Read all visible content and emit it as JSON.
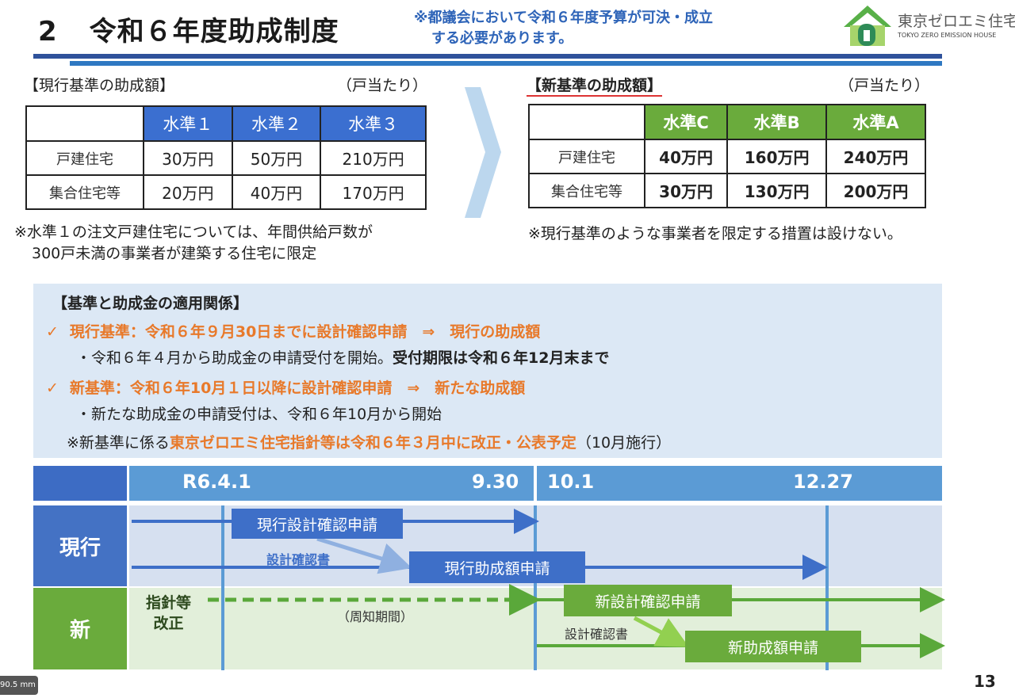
{
  "header": {
    "number": "2",
    "title": "令和６年度助成制度",
    "note_line1": "※都議会において令和６年度予算が可決・成立",
    "note_line2": "する必要があります。",
    "logo_ja": "東京ゼロエミ住宅",
    "logo_en": "TOKYO ZERO EMISSION HOUSE"
  },
  "current": {
    "heading": "【現行基準の助成額】",
    "unit": "（戸当たり）",
    "columns": [
      "水準１",
      "水準２",
      "水準３"
    ],
    "rows": [
      {
        "label": "戸建住宅",
        "values": [
          "30万円",
          "50万円",
          "210万円"
        ]
      },
      {
        "label": "集合住宅等",
        "values": [
          "20万円",
          "40万円",
          "170万円"
        ]
      }
    ],
    "note_line1": "※水準１の注文戸建住宅については、年間供給戸数が",
    "note_line2": "300戸未満の事業者が建築する住宅に限定"
  },
  "new": {
    "heading": "【新基準の助成額】",
    "unit": "（戸当たり）",
    "columns": [
      "水準C",
      "水準B",
      "水準A"
    ],
    "rows": [
      {
        "label": "戸建住宅",
        "values": [
          "40万円",
          "160万円",
          "240万円"
        ]
      },
      {
        "label": "集合住宅等",
        "values": [
          "30万円",
          "130万円",
          "200万円"
        ]
      }
    ],
    "note": "※現行基準のような事業者を限定する措置は設けない。"
  },
  "relation": {
    "heading": "【基準と助成金の適用関係】",
    "check": "✓",
    "item1": "現行基準：令和６年９月30日までに設計確認申請　⇒　現行の助成額",
    "item1_sub_a": "・令和６年４月から助成金の申請受付を開始。",
    "item1_sub_b": "受付期限は令和６年12月末まで",
    "item2": "新基準：令和６年10月１日以降に設計確認申請　⇒　新たな助成額",
    "item2_sub": "・新たな助成金の申請受付は、令和６年10月から開始",
    "note_a": "※新基準に係る",
    "note_b": "東京ゼロエミ住宅指針等は令和６年３月中に改正・公表予定",
    "note_c": "（10月施行）"
  },
  "timeline": {
    "dates": [
      "R6.4.1",
      "9.30",
      "10.1",
      "12.27"
    ],
    "row_current": "現行",
    "row_new": "新",
    "current_design": "現行設計確認申請",
    "design_doc": "設計確認書",
    "current_subsidy": "現行助成額申請",
    "guideline_1": "指針等",
    "guideline_2": "改正",
    "notice_period": "（周知期間）",
    "new_design": "新設計確認申請",
    "new_design_doc": "設計確認書",
    "new_subsidy": "新助成額申請"
  },
  "page_number": "13",
  "overlay": "90.5 mm"
}
